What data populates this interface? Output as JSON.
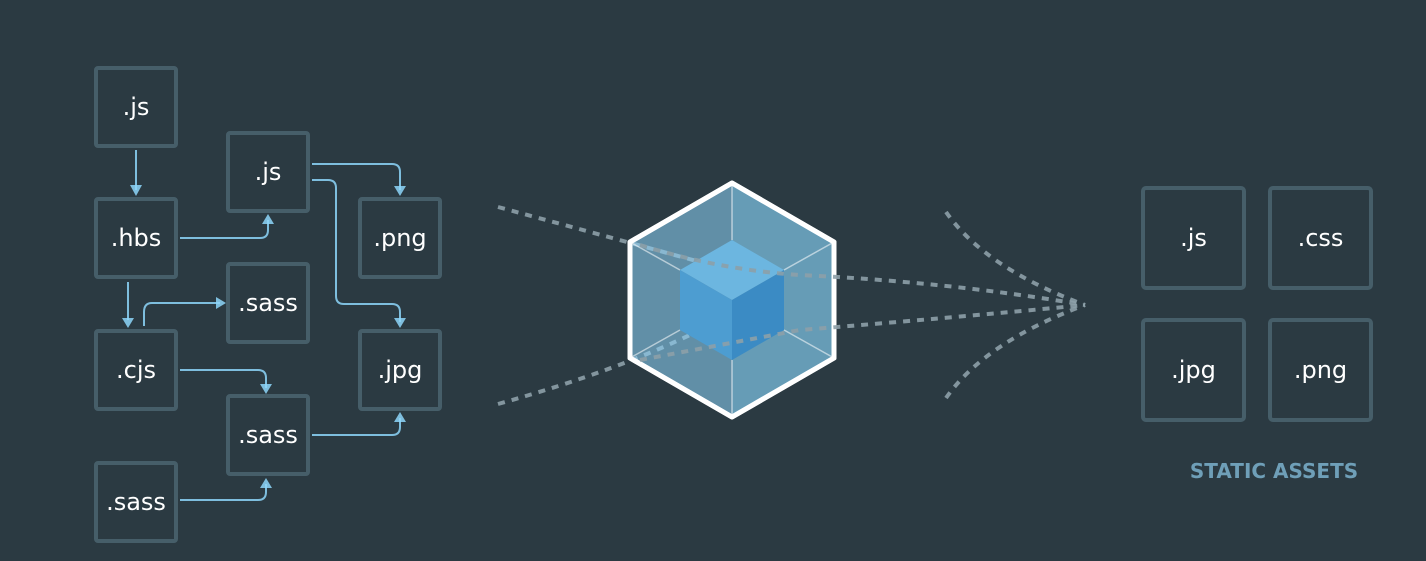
{
  "modules": [
    {
      "id": "js_top",
      "label": ".js"
    },
    {
      "id": "hbs",
      "label": ".hbs"
    },
    {
      "id": "cjs",
      "label": ".cjs"
    },
    {
      "id": "sass_bottom",
      "label": ".sass"
    },
    {
      "id": "js_mid",
      "label": ".js"
    },
    {
      "id": "sass_mid",
      "label": ".sass"
    },
    {
      "id": "sass_lower",
      "label": ".sass"
    },
    {
      "id": "png",
      "label": ".png"
    },
    {
      "id": "jpg",
      "label": ".jpg"
    }
  ],
  "dependencies": [
    {
      "from": "js_top",
      "to": "hbs"
    },
    {
      "from": "hbs",
      "to": "js_mid"
    },
    {
      "from": "hbs",
      "to": "cjs"
    },
    {
      "from": "cjs",
      "to": "sass_mid"
    },
    {
      "from": "cjs",
      "to": "sass_lower"
    },
    {
      "from": "js_mid",
      "to": "png"
    },
    {
      "from": "js_mid",
      "to": "jpg"
    },
    {
      "from": "sass_lower",
      "to": "jpg"
    },
    {
      "from": "sass_bottom",
      "to": "sass_lower"
    }
  ],
  "bundler": {
    "logo": "cube-logo-icon",
    "colors": {
      "outer": "#8ed6fb",
      "inner": "#1c78c0",
      "border": "#ffffff"
    }
  },
  "output": {
    "assets": [
      {
        "id": "js",
        "label": ".js"
      },
      {
        "id": "css",
        "label": ".css"
      },
      {
        "id": "jpg",
        "label": ".jpg"
      },
      {
        "id": "png",
        "label": ".png"
      }
    ],
    "caption": "STATIC ASSETS"
  },
  "colors": {
    "background": "#2b3a42",
    "box_stroke": "#465e69",
    "link": "#8dd6f9",
    "flow": "#8da0a8",
    "caption": "#6f9fb8"
  }
}
